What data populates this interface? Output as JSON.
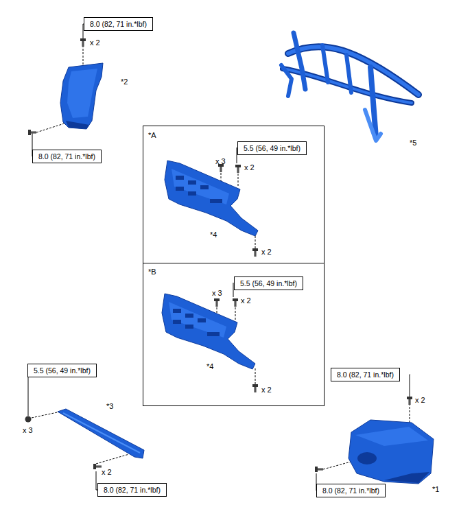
{
  "diagram": {
    "nodes": [
      {
        "text": [
          "8.0 (82, 71 in.*lbf)"
        ]
      },
      {
        "text": [
          "8.0 (82, 71 in.*lbf)"
        ]
      },
      {
        "text": [
          "*A",
          "x 3",
          "x 2",
          "*4",
          "x 2"
        ]
      },
      {
        "text": [
          "5.5 (56, 49 in.*lbf)"
        ],
        "in": 2
      },
      {
        "text": [
          "*B",
          "x 3",
          "x 2",
          "*4",
          "x 2"
        ]
      },
      {
        "text": [
          "5.5 (56, 49 in.*lbf)"
        ],
        "in": 4
      },
      {
        "text": [
          "5.5 (56, 49 in.*lbf)"
        ]
      },
      {
        "text": [
          "8.0 (82, 71 in.*lbf)"
        ]
      },
      {
        "text": [
          "8.0 (82, 71 in.*lbf)"
        ]
      },
      {
        "text": [
          "8.0 (82, 71 in.*lbf)"
        ]
      }
    ],
    "labels": [
      "x 2",
      "*2",
      "*5",
      "*3",
      "x 3",
      "x 2",
      "x 2",
      "*1"
    ]
  }
}
